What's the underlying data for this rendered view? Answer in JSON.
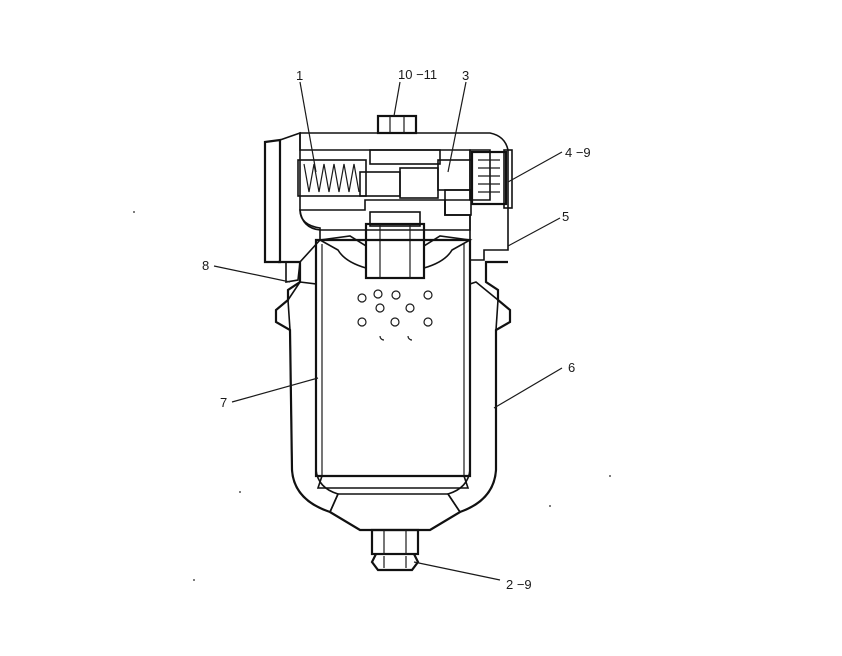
{
  "diagram": {
    "labels": {
      "l1": "1",
      "l10_11": "10 −11",
      "l3": "3",
      "l4_9": "4 −9",
      "l5": "5",
      "l6": "6",
      "l7": "7",
      "l8": "8",
      "l2_9": "2 −9"
    }
  },
  "colors": {
    "line": "#111111",
    "background": "#ffffff"
  }
}
